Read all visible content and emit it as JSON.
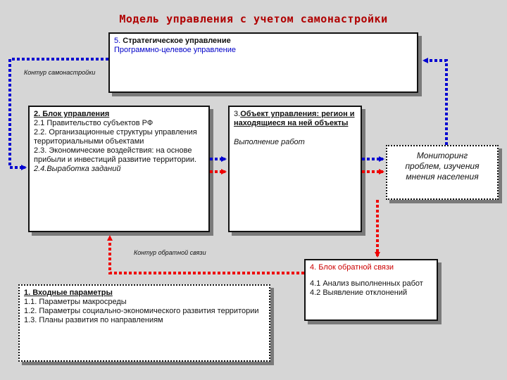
{
  "title": "Модель управления с учетом  самонастройки",
  "box_strategic": {
    "num": "5.",
    "heading": "Стратегическое управление",
    "subheading": "Программно-целевое управление"
  },
  "contour_self": "Контур самонастройки",
  "box_control": {
    "heading": "2. Блок управления",
    "lines": [
      "2.1 Правительство субъектов  РФ",
      "2.2. Организационные структуры управления территориальными объектами",
      "2.3. Экономические воздействия: на основе  прибыли и инвестиций развитие территории."
    ],
    "italic_line": "2.4.Выработка заданий"
  },
  "box_object": {
    "num": "3.",
    "heading": "Объект управления: регион  и  находящиеся на ней объекты",
    "italic_line": "Выполнение работ"
  },
  "box_monitoring": {
    "lines": [
      "Мониторинг",
      "проблем, изучения",
      "мнения населения"
    ]
  },
  "contour_feedback": "Контур обратной связи",
  "box_feedback": {
    "heading": "4. Блок обратной связи",
    "line1": "4.1 Анализ выполненных работ",
    "line2": "4.2  Выявление отклонений"
  },
  "box_input": {
    "heading": "1. Входные параметры",
    "lines": [
      "1.1. Параметры макросреды",
      "1.2. Параметры социально-экономического развития территории",
      "1.3. Планы развития по направлениям"
    ]
  },
  "colors": {
    "blue_arrow": "#0000d0",
    "red_arrow": "#ee0000",
    "title": "#b00000"
  }
}
